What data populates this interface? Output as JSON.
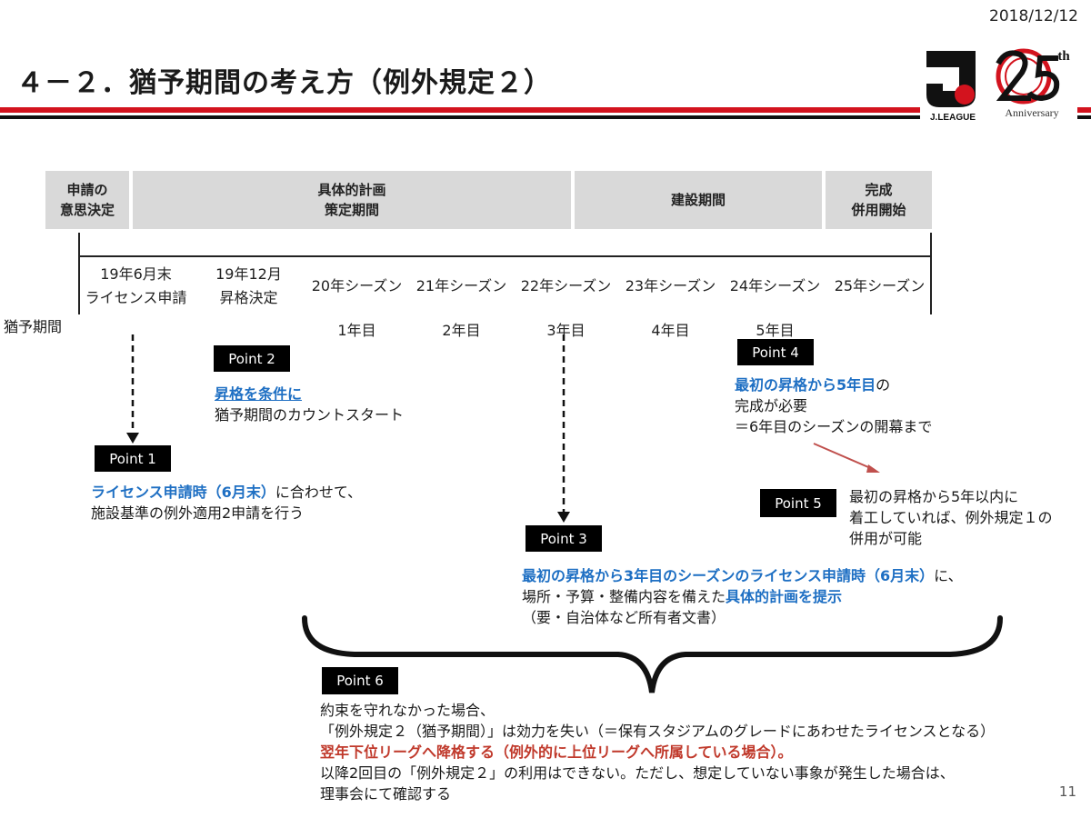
{
  "header": {
    "date": "2018/12/12",
    "title": "４－２．猶予期間の考え方（例外規定２）",
    "logo_j_text": "J.LEAGUE",
    "logo_25_text": "Anniversary",
    "logo_25_sup": "th"
  },
  "phases": [
    {
      "line1": "申請の",
      "line2": "意思決定"
    },
    {
      "line1": "具体的計画",
      "line2": "策定期間"
    },
    {
      "line1": "建設期間",
      "line2": ""
    },
    {
      "line1": "完成",
      "line2": "併用開始"
    }
  ],
  "timeline": {
    "columns": [
      {
        "line1": "19年6月末",
        "line2": "ライセンス申請"
      },
      {
        "line1": "19年12月",
        "line2": "昇格決定"
      },
      {
        "line1": "20年シーズン",
        "line2": ""
      },
      {
        "line1": "21年シーズン",
        "line2": ""
      },
      {
        "line1": "22年シーズン",
        "line2": ""
      },
      {
        "line1": "23年シーズン",
        "line2": ""
      },
      {
        "line1": "24年シーズン",
        "line2": ""
      },
      {
        "line1": "25年シーズン",
        "line2": ""
      }
    ],
    "grace_label": "猶予期間",
    "years": [
      "1年目",
      "2年目",
      "3年目",
      "4年目",
      "5年目"
    ]
  },
  "points": {
    "p1": {
      "label": "Point 1",
      "hl": "ライセンス申請時（6月末）",
      "rest": "に合わせて、",
      "line2": "施設基準の例外適用2申請を行う"
    },
    "p2": {
      "label": "Point 2",
      "hl": "昇格を条件に",
      "line2": "猶予期間のカウントスタート"
    },
    "p3": {
      "label": "Point 3",
      "hl": "最初の昇格から3年目のシーズンのライセンス申請時（6月末）",
      "rest": "に、",
      "line2a": "場所・予算・整備内容を備えた",
      "line2hl": "具体的計画を提示",
      "line3": "（要・自治体など所有者文書）"
    },
    "p4": {
      "label": "Point 4",
      "hl": "最初の昇格から5年目",
      "rest": "の",
      "line2": "完成が必要",
      "line3": "＝6年目のシーズンの開幕まで"
    },
    "p5": {
      "label": "Point 5",
      "line1": "最初の昇格から5年以内に",
      "line2": "着工していれば、例外規定１の",
      "line3": "併用が可能"
    },
    "p6": {
      "label": "Point 6",
      "line1": "約束を守れなかった場合、",
      "line2": "「例外規定２（猶予期間）」は効力を失い（＝保有スタジアムのグレードにあわせたライセンスとなる）",
      "line3": "翌年下位リーグへ降格する（例外的に上位リーグへ所属している場合）。",
      "line4": "以降2回目の「例外規定２」の利用はできない。ただし、想定していない事象が発生した場合は、",
      "line5": "理事会にて確認する"
    }
  },
  "page_number": "11",
  "colors": {
    "brand_red": "#d3131e",
    "highlight_blue": "#1e6fc3",
    "warning_red": "#c0392b",
    "phase_gray": "#d9d9d9"
  }
}
